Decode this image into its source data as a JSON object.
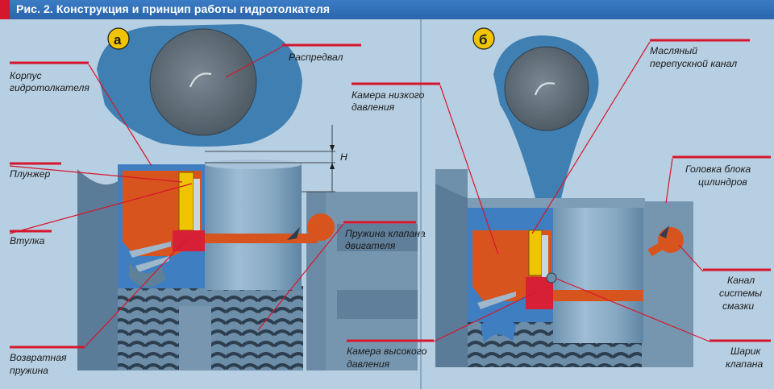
{
  "header": {
    "title": "Рис. 2. Конструкция и принцип работы гидротолкателя"
  },
  "panels": {
    "a": {
      "badge": "а"
    },
    "b": {
      "badge": "б"
    }
  },
  "labels": {
    "korpus": [
      "Корпус",
      "гидротолкателя"
    ],
    "raspredval": "Распредвал",
    "plunzher": "Плунжер",
    "vtulka": "Втулка",
    "vozvratnaya": [
      "Возвратная",
      "пружина"
    ],
    "pruzhina_klapana": [
      "Пружина клапана",
      "двигателя"
    ],
    "h": "H",
    "kamera_nizkogo": [
      "Камера низкого",
      "давления"
    ],
    "maslyany": [
      "Масляный",
      "перепускной канал"
    ],
    "golovka": [
      "Головка блока",
      "цилиндров"
    ],
    "kanal": [
      "Канал",
      "системы",
      "смазки"
    ],
    "kamera_vysokogo": [
      "Камера высокого",
      "давления"
    ],
    "sharik": [
      "Шарик",
      "клапана"
    ]
  },
  "colors": {
    "background": "#b7cfe2",
    "header": "#2f6fb8",
    "accent_red": "#d6162c",
    "oil_orange": "#d8541e",
    "plunger_yellow": "#f0c400",
    "steel_blue": "#6f95b4",
    "cam_dark": "#5c6a75"
  }
}
